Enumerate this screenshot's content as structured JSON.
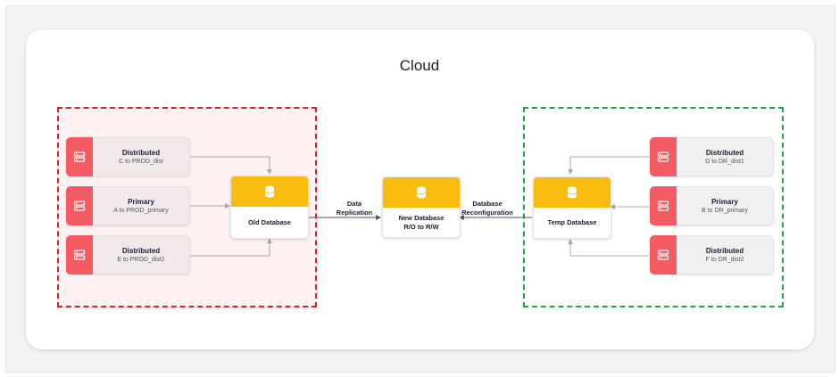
{
  "title": "Cloud",
  "left_zone": {
    "sources": [
      {
        "title": "Distributed",
        "sub": "C to PROD_dist"
      },
      {
        "title": "Primary",
        "sub": "A to PROD_primary"
      },
      {
        "title": "Distributed",
        "sub": "E to PROD_dist2"
      }
    ],
    "database": {
      "name": "Old Database"
    }
  },
  "center": {
    "database": {
      "line1": "New Database",
      "line2": "R/O to R/W"
    },
    "left_label": {
      "line1": "Data",
      "line2": "Replication"
    },
    "right_label": {
      "line1": "Database",
      "line2": "Reconfiguration"
    }
  },
  "right_zone": {
    "targets": [
      {
        "title": "Distributed",
        "sub": "D to DR_dist1"
      },
      {
        "title": "Primary",
        "sub": "B to DR_primary"
      },
      {
        "title": "Distributed",
        "sub": "F to DR_dist2"
      }
    ],
    "database": {
      "name": "Temp Database"
    }
  },
  "colors": {
    "left_zone_border": "#e01e1e",
    "right_zone_border": "#18a34a",
    "node_icon": "#f45b63",
    "database_header": "#f7bc0d"
  }
}
